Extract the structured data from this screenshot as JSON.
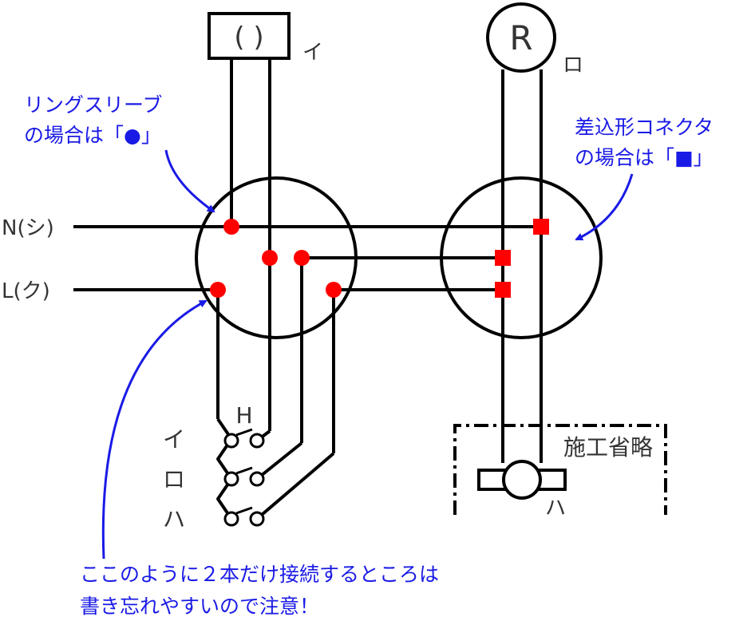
{
  "colors": {
    "wire": "#000000",
    "sleeve": "#ff0000",
    "connector": "#ff0000",
    "note": "#1a1ae6",
    "label": "#333333"
  },
  "fixtures": {
    "fixture_i_symbol": "( )",
    "fixture_i_label": "イ",
    "fixture_ro_symbol": "R",
    "fixture_ro_label": "ロ",
    "outlet_label": "ハ"
  },
  "supply": {
    "neutral": "N(シ)",
    "live": "L(ク)"
  },
  "switch_block": {
    "header": "H",
    "rows": [
      "イ",
      "ロ",
      "ハ"
    ]
  },
  "omitted_box": {
    "label": "施工省略"
  },
  "notes": {
    "ring_sleeve_line1": "リングスリーブ",
    "ring_sleeve_line2": "の場合は「●」",
    "push_connector_line1": "差込形コネクタ",
    "push_connector_line2": "の場合は「■」",
    "caution_line1": "ここのように２本だけ接続するところは",
    "caution_line2": "書き忘れやすいので注意！"
  }
}
